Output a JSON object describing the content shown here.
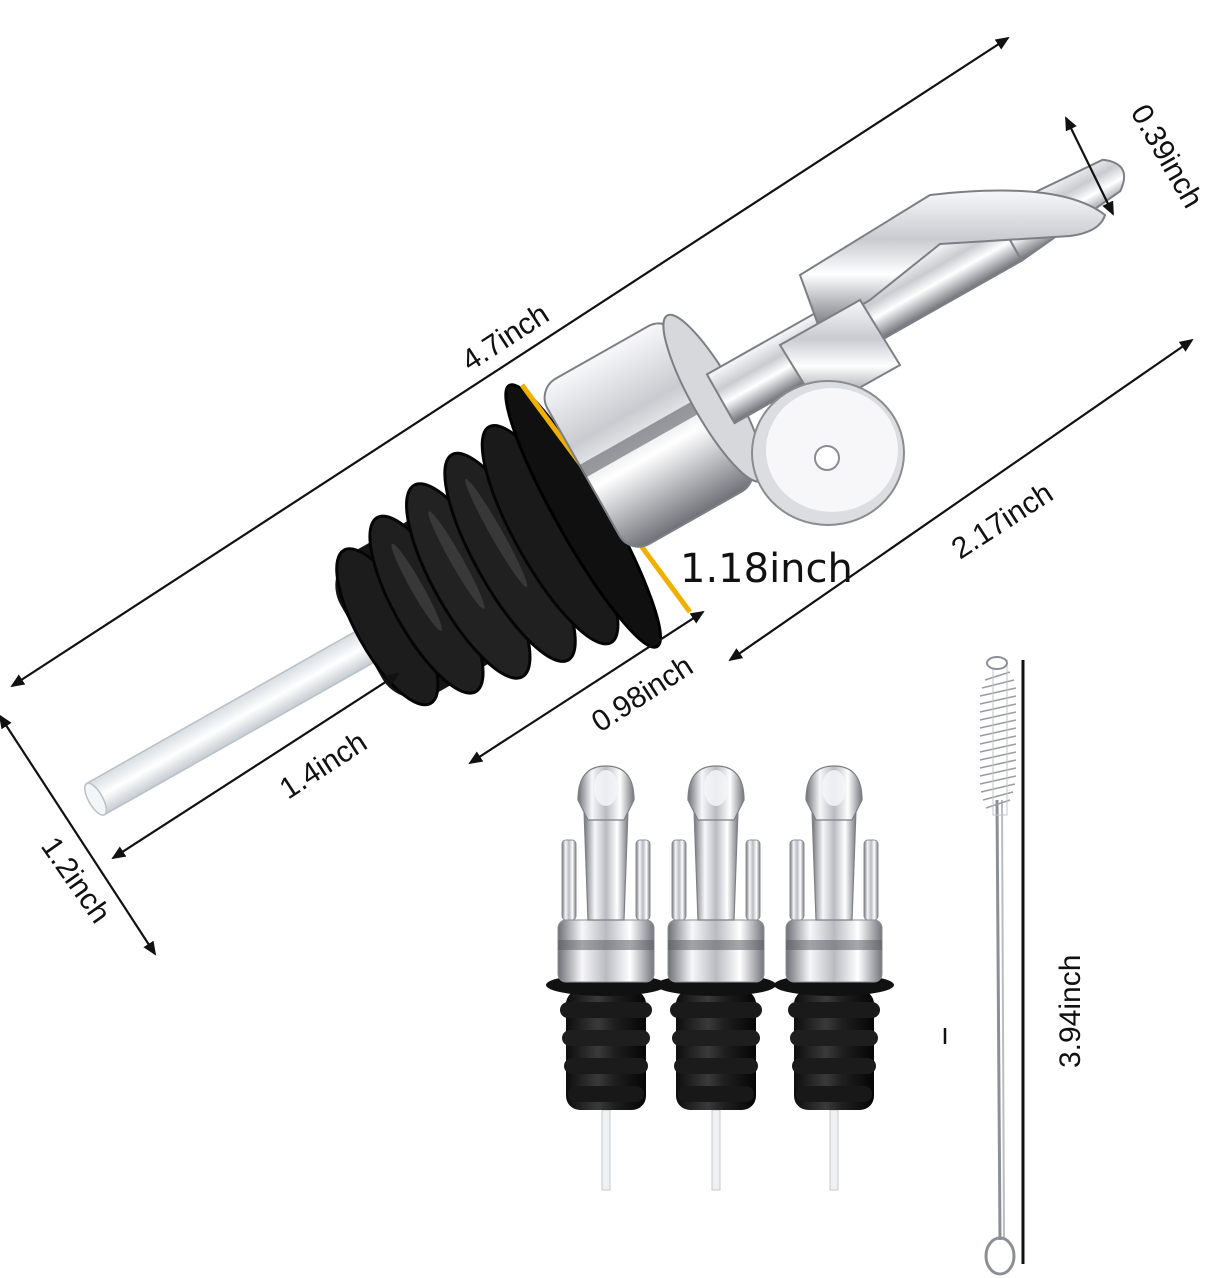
{
  "dimensions": {
    "overall_length": "4.7inch",
    "spout_tip": "0.39inch",
    "upper_length": "2.17inch",
    "collar_diameter": "1.18inch",
    "stopper_length": "0.98inch",
    "tube_length": "1.4inch",
    "base_diameter": "1.2inch",
    "brush_length": "3.94inch"
  },
  "colors": {
    "chrome_light": "#f4f4f6",
    "chrome_dark": "#7d7f86",
    "rubber": "#1b1b1b",
    "accent_line": "#f0b000",
    "tube": "#e9eef2",
    "dimension_line": "#111111"
  },
  "products": {
    "pourer_count": 3,
    "brush_count": 1
  }
}
